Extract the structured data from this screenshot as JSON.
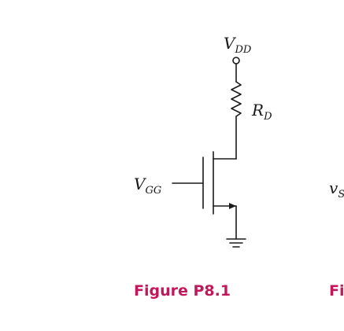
{
  "circuit": {
    "supply": {
      "main": "V",
      "sub": "DD"
    },
    "resistor": {
      "main": "R",
      "sub": "D"
    },
    "gate_source": {
      "main": "V",
      "sub": "GG"
    },
    "right_label": {
      "main": "v",
      "sub": "S"
    }
  },
  "captions": {
    "main": "Figure P8.1",
    "right_partial": "Fi"
  },
  "colors": {
    "caption": "#c2185b",
    "wire": "#1a1a1a"
  }
}
